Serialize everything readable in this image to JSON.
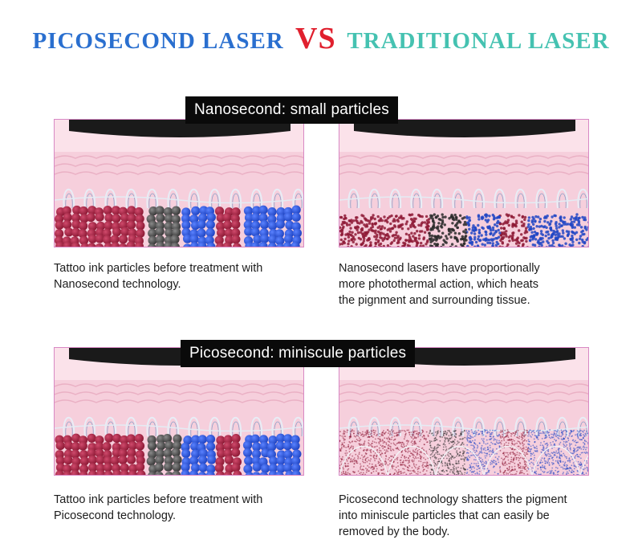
{
  "title": {
    "part1": "PICOSECOND LASER",
    "vs": "VS",
    "part2": "TRADITIONAL LASER"
  },
  "sections": [
    {
      "banner": "Nanosecond: small particles",
      "left_caption": [
        "Tattoo ink particles before treatment with",
        "Nanosecond technology."
      ],
      "right_caption": [
        "Nanosecond lasers have proportionally",
        "more photothermal action, which heats",
        "the pignment and surrounding tissue."
      ]
    },
    {
      "banner": "Picosecond: miniscule particles",
      "left_caption": [
        "Tattoo ink particles before treatment with",
        "Picosecond technology."
      ],
      "right_caption": [
        "Picosecond technology shatters the pigment",
        "into miniscule particles that can easily be",
        "removed by the body."
      ]
    }
  ],
  "colors": {
    "pico": "#2a6fcf",
    "vs": "#e0202e",
    "traditional": "#45c2b1",
    "skin": "#fbe2ea",
    "ink_red": "#8e1a36",
    "ink_black": "#3a3a3a",
    "ink_blue": "#2146c4"
  }
}
